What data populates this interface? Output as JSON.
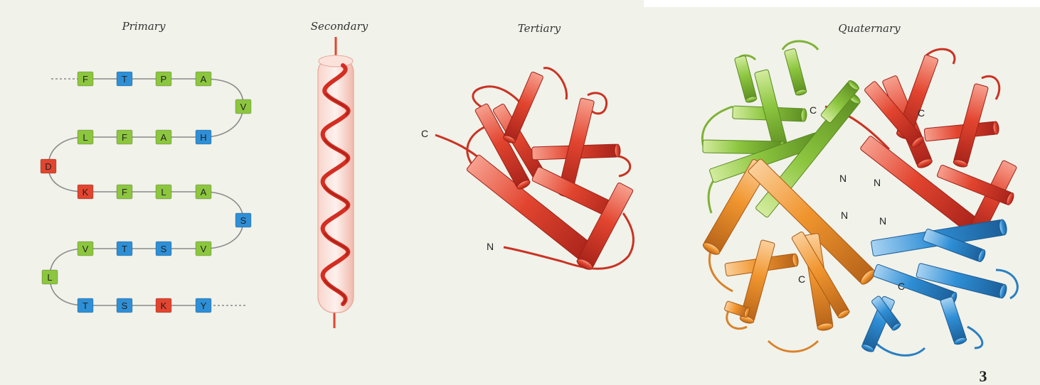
{
  "titles": {
    "primary": "Primary",
    "secondary": "Secondary",
    "tertiary": "Tertiary",
    "quaternary": "Quaternary"
  },
  "colors": {
    "green": "#8cc63f",
    "blue": "#2f8fd6",
    "red": "#e2452f",
    "orange": "#f0952e",
    "background": "#f1f2ea"
  },
  "primary": {
    "rows": [
      [
        {
          "aa": "F",
          "color": "green"
        },
        {
          "aa": "T",
          "color": "blue"
        },
        {
          "aa": "P",
          "color": "green"
        },
        {
          "aa": "A",
          "color": "green"
        }
      ],
      [
        {
          "aa": "V",
          "color": "green"
        }
      ],
      [
        {
          "aa": "L",
          "color": "green"
        },
        {
          "aa": "F",
          "color": "green"
        },
        {
          "aa": "A",
          "color": "green"
        },
        {
          "aa": "H",
          "color": "blue"
        }
      ],
      [
        {
          "aa": "D",
          "color": "red"
        }
      ],
      [
        {
          "aa": "K",
          "color": "red"
        },
        {
          "aa": "F",
          "color": "green"
        },
        {
          "aa": "L",
          "color": "green"
        },
        {
          "aa": "A",
          "color": "green"
        }
      ],
      [
        {
          "aa": "S",
          "color": "blue"
        }
      ],
      [
        {
          "aa": "V",
          "color": "green"
        },
        {
          "aa": "T",
          "color": "blue"
        },
        {
          "aa": "S",
          "color": "blue"
        },
        {
          "aa": "V",
          "color": "green"
        }
      ],
      [
        {
          "aa": "L",
          "color": "green"
        }
      ],
      [
        {
          "aa": "T",
          "color": "blue"
        },
        {
          "aa": "S",
          "color": "blue"
        },
        {
          "aa": "K",
          "color": "red"
        },
        {
          "aa": "Y",
          "color": "blue"
        }
      ]
    ]
  },
  "tertiary": {
    "c_label": "C",
    "n_label": "N"
  },
  "quaternary": {
    "labels": [
      "C",
      "C",
      "N",
      "N",
      "N",
      "N",
      "C",
      "C"
    ]
  },
  "page_number": "3"
}
